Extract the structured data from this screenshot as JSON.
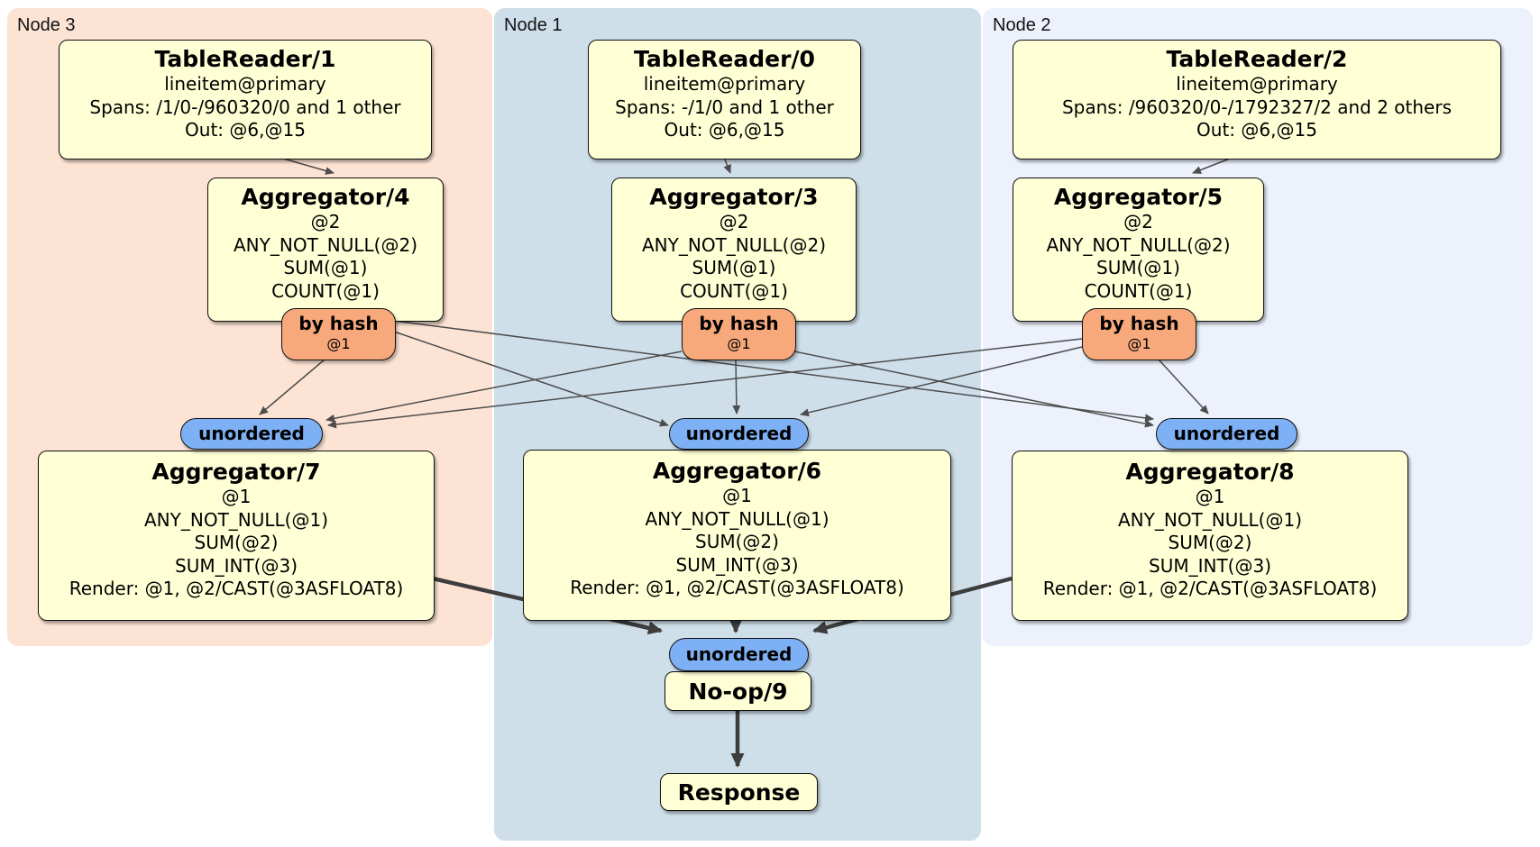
{
  "regions": [
    {
      "label": "Node 3"
    },
    {
      "label": "Node 1"
    },
    {
      "label": "Node 2"
    }
  ],
  "processors": {
    "tr1": {
      "title": "TableReader/1",
      "lines": [
        "lineitem@primary",
        "Spans: /1/0-/960320/0 and 1 other",
        "Out: @6,@15"
      ]
    },
    "tr0": {
      "title": "TableReader/0",
      "lines": [
        "lineitem@primary",
        "Spans: -/1/0 and 1 other",
        "Out: @6,@15"
      ]
    },
    "tr2": {
      "title": "TableReader/2",
      "lines": [
        "lineitem@primary",
        "Spans: /960320/0-/1792327/2 and 2 others",
        "Out: @6,@15"
      ]
    },
    "agg4": {
      "title": "Aggregator/4",
      "lines": [
        "@2",
        "ANY_NOT_NULL(@2)",
        "SUM(@1)",
        "COUNT(@1)"
      ]
    },
    "agg3": {
      "title": "Aggregator/3",
      "lines": [
        "@2",
        "ANY_NOT_NULL(@2)",
        "SUM(@1)",
        "COUNT(@1)"
      ]
    },
    "agg5": {
      "title": "Aggregator/5",
      "lines": [
        "@2",
        "ANY_NOT_NULL(@2)",
        "SUM(@1)",
        "COUNT(@1)"
      ]
    },
    "agg7": {
      "title": "Aggregator/7",
      "lines": [
        "@1",
        "ANY_NOT_NULL(@1)",
        "SUM(@2)",
        "SUM_INT(@3)",
        "Render: @1, @2/CAST(@3ASFLOAT8)"
      ]
    },
    "agg6": {
      "title": "Aggregator/6",
      "lines": [
        "@1",
        "ANY_NOT_NULL(@1)",
        "SUM(@2)",
        "SUM_INT(@3)",
        "Render: @1, @2/CAST(@3ASFLOAT8)"
      ]
    },
    "agg8": {
      "title": "Aggregator/8",
      "lines": [
        "@1",
        "ANY_NOT_NULL(@1)",
        "SUM(@2)",
        "SUM_INT(@3)",
        "Render: @1, @2/CAST(@3ASFLOAT8)"
      ]
    },
    "noop": {
      "title": "No-op/9"
    },
    "response": {
      "title": "Response"
    }
  },
  "router": {
    "label": "by hash",
    "detail": "@1"
  },
  "sync": {
    "label": "unordered"
  },
  "colors": {
    "node3-bg": "#fce3d4",
    "node1-bg": "#cfdfe9",
    "node2-bg": "#ecf1fb",
    "box-bg": "#ffffd6",
    "router-bg": "#f7a97c",
    "sync-bg": "#7db0f4",
    "edge": "#4d4d4d",
    "edge-thick": "#3d3d3d"
  }
}
